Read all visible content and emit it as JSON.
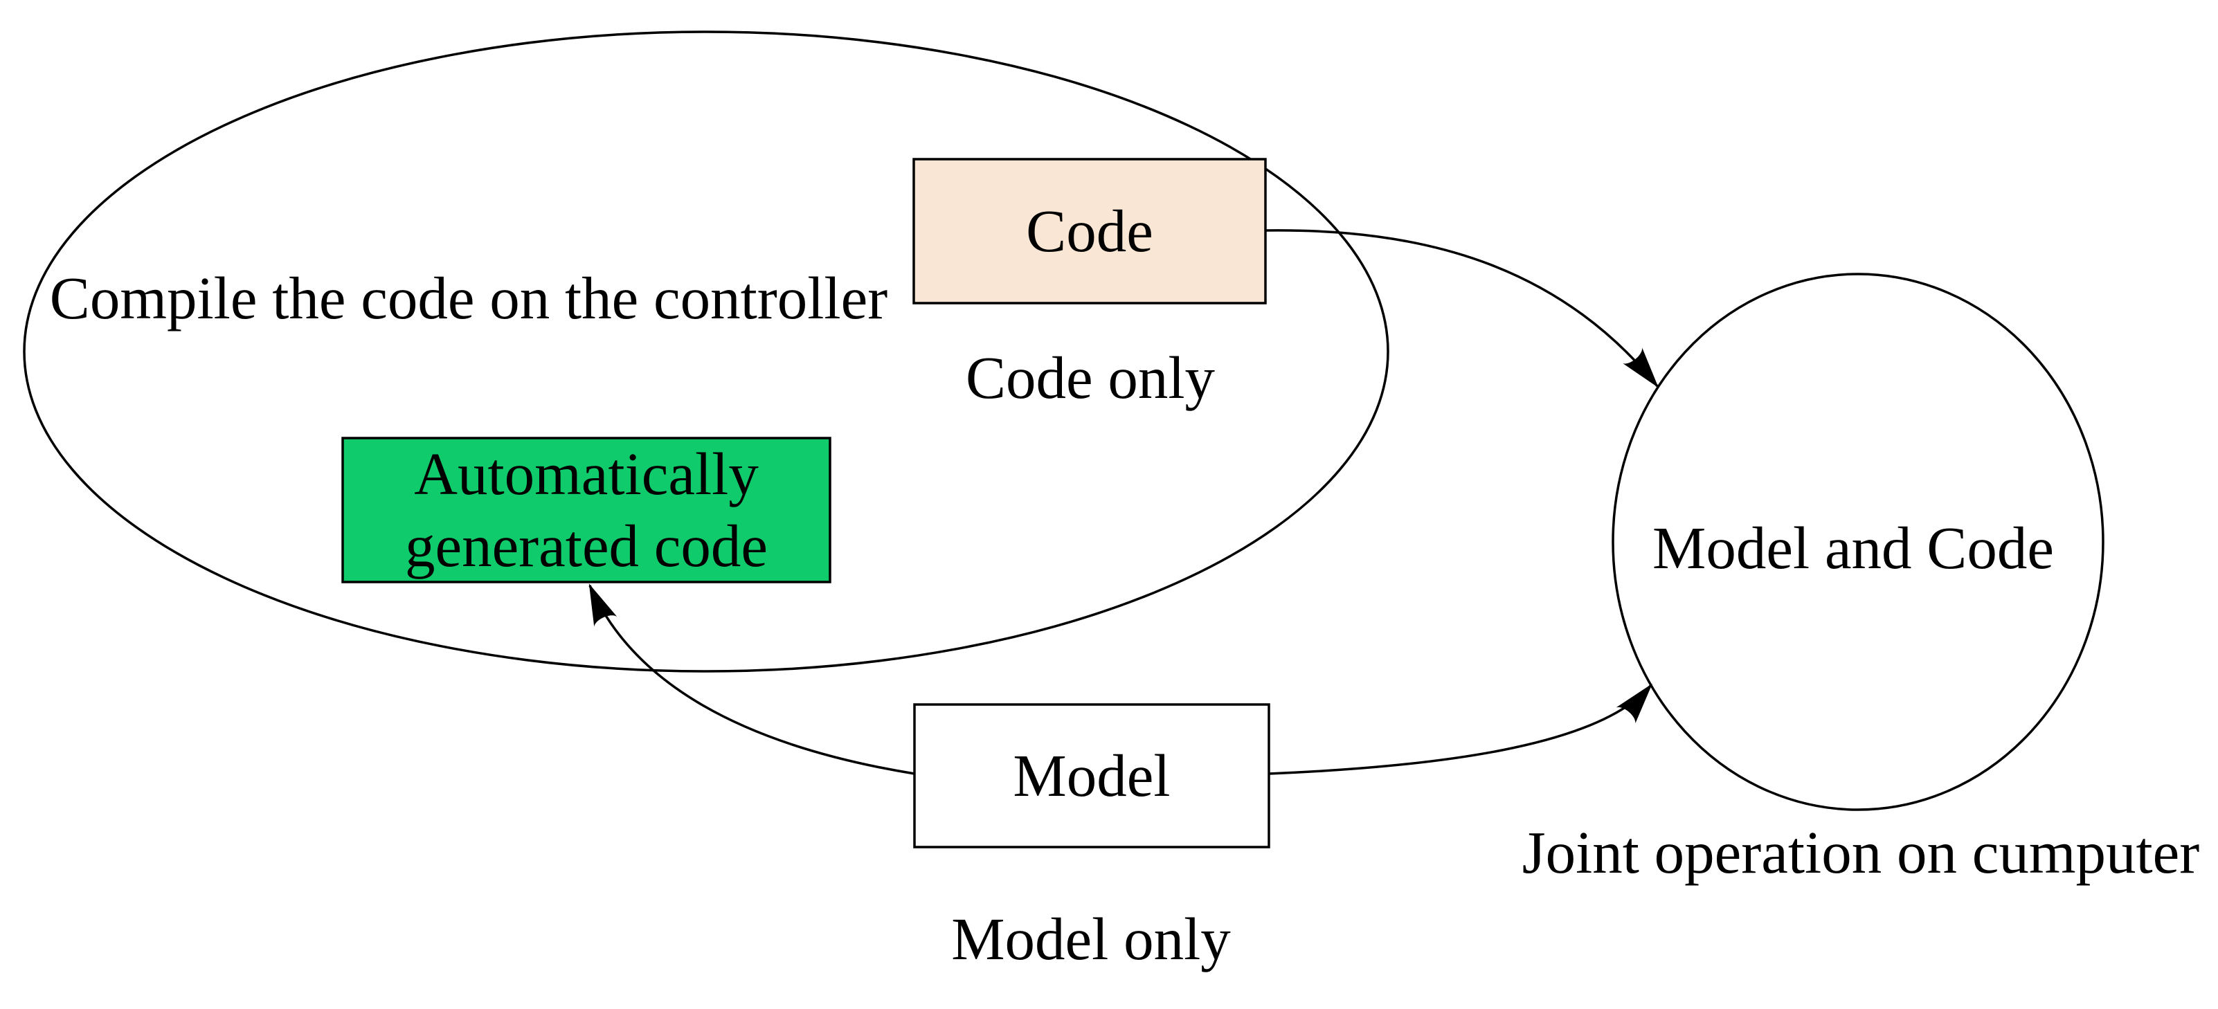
{
  "diagram": {
    "background_color": "#ffffff",
    "line_color": "#000000",
    "controller_ellipse": {
      "label": "Compile the code on the controller"
    },
    "code_box": {
      "label": "Code",
      "caption": "Code only",
      "fill_color": "#f9e6d4"
    },
    "auto_generated_box": {
      "label_line1": "Automatically",
      "label_line2": "generated code",
      "fill_color": "#0fcb6b"
    },
    "model_box": {
      "label": "Model",
      "caption": "Model only",
      "fill_color": "#ffffff"
    },
    "joint_circle": {
      "label": "Model and Code",
      "caption": "Joint operation on cumputer",
      "fill_color": "#ffffff"
    },
    "arrows": [
      {
        "from": "Code",
        "to": "Model and Code"
      },
      {
        "from": "Model",
        "to": "Model and Code"
      },
      {
        "from": "Model",
        "to": "Automatically generated code"
      }
    ]
  }
}
